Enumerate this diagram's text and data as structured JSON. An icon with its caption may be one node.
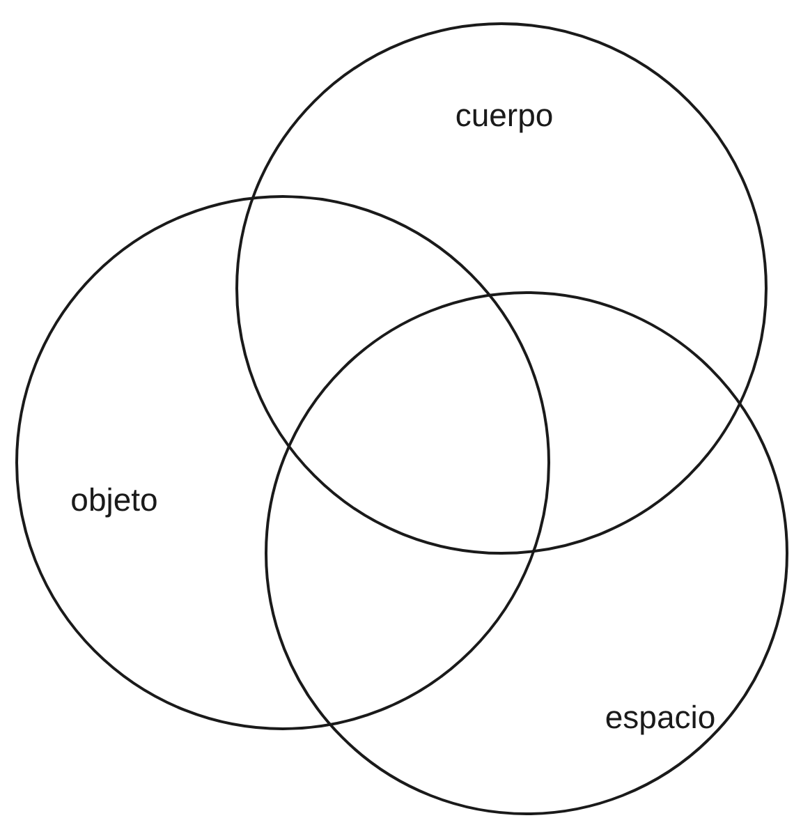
{
  "diagram": {
    "nodes": [
      {
        "text": [
          "cuerpo"
        ]
      },
      {
        "text": [
          "objeto"
        ]
      },
      {
        "text": [
          "espacio"
        ]
      }
    ]
  }
}
